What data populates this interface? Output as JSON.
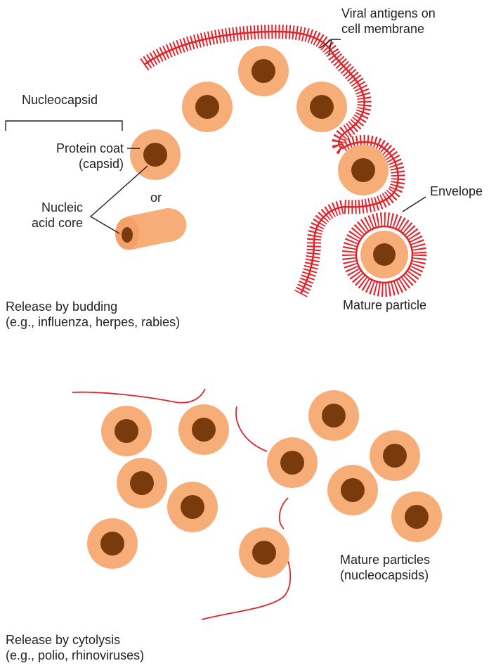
{
  "colors": {
    "capsid": "#f6ad78",
    "core": "#7a3b0c",
    "membrane": "#e2232b",
    "leader": "#231f20",
    "text": "#231f20"
  },
  "labels": {
    "viral_antigens_line1": "Viral antigens on",
    "viral_antigens_line2": "cell membrane",
    "nucleocapsid": "Nucleocapsid",
    "protein_coat_line1": "Protein coat",
    "protein_coat_line2": "(capsid)",
    "or": "or",
    "nucleic_line1": "Nucleic",
    "nucleic_line2": "acid core",
    "envelope": "Envelope",
    "mature_particle": "Mature particle",
    "budding_line1": "Release by budding",
    "budding_line2": "(e.g., influenza, herpes, rabies)",
    "mature_particles_line1": "Mature particles",
    "mature_particles_line2": "(nucleocapsids)",
    "cytolysis_line1": "Release by cytolysis",
    "cytolysis_line2": "(e.g., polio, rhinoviruses)"
  },
  "icons": {
    "particle": "spherical-nucleocapsid-icon",
    "cylinder": "helical-nucleocapsid-icon"
  }
}
